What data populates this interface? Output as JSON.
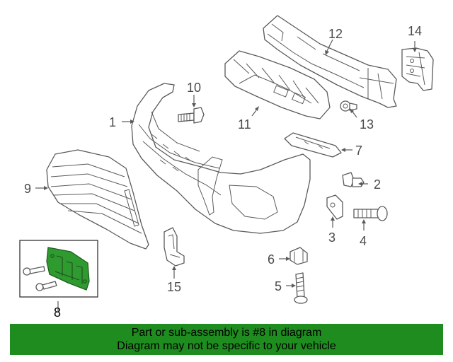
{
  "callouts": {
    "c1": "1",
    "c2": "2",
    "c3": "3",
    "c4": "4",
    "c5": "5",
    "c6": "6",
    "c7": "7",
    "c8": "8",
    "c9": "9",
    "c10": "10",
    "c11": "11",
    "c12": "12",
    "c13": "13",
    "c14": "14",
    "c15": "15"
  },
  "highlight_color": "#2f9a2f",
  "banner": {
    "line1": "Part or sub-assembly is #8 in diagram",
    "line2": "Diagram may not be specific to your vehicle",
    "color": "#1e8c1e"
  }
}
